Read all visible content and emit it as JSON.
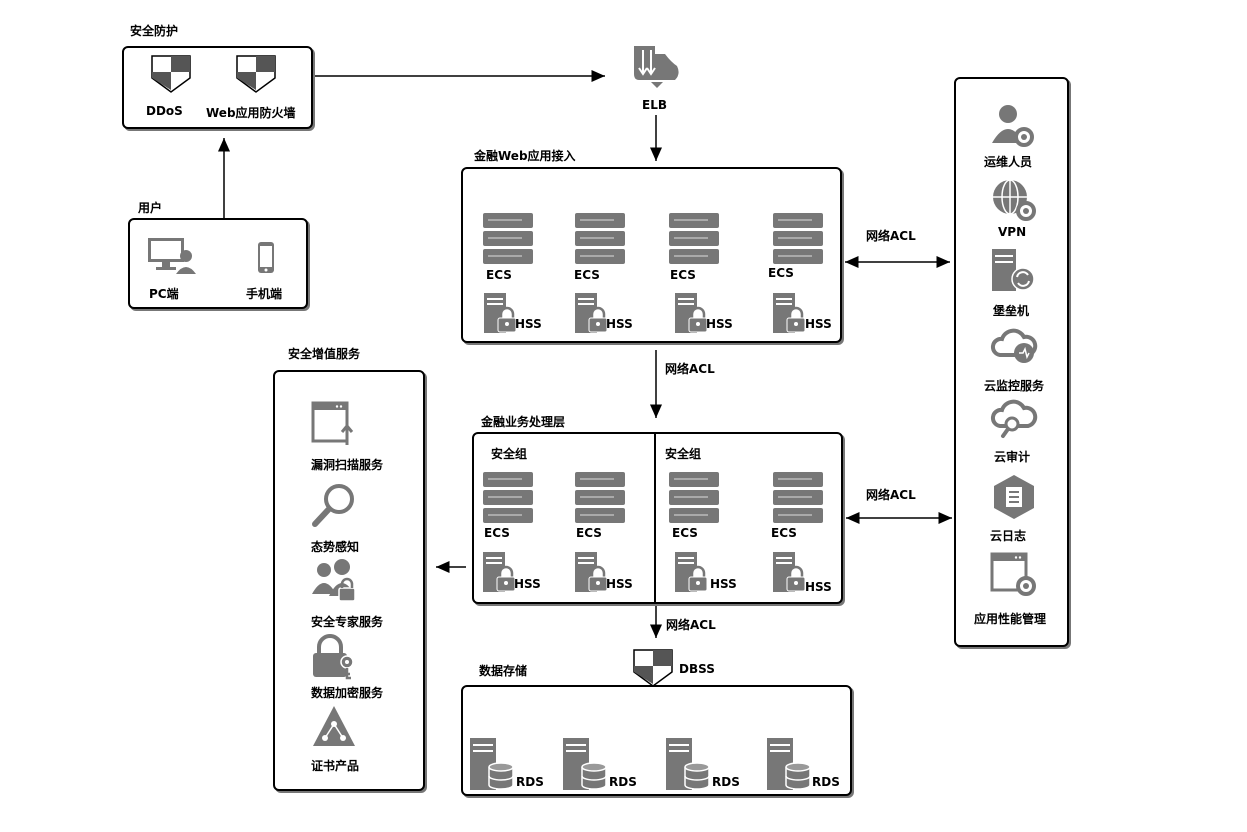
{
  "protection": {
    "title": "安全防护",
    "ddos": "DDoS",
    "waf": "Web应用防火墙"
  },
  "users": {
    "title": "用户",
    "pc": "PC端",
    "mobile": "手机端"
  },
  "elb": {
    "label": "ELB"
  },
  "web_access": {
    "title": "金融Web应用接入",
    "ecs": [
      "ECS",
      "ECS",
      "ECS",
      "ECS"
    ],
    "hss": [
      "HSS",
      "HSS",
      "HSS",
      "HSS"
    ]
  },
  "acl_labels": {
    "web_right": "网络ACL",
    "web_down": "网络ACL",
    "biz_right": "网络ACL",
    "biz_down": "网络ACL"
  },
  "business": {
    "title": "金融业务处理层",
    "group_left": "安全组",
    "group_right": "安全组",
    "ecs": [
      "ECS",
      "ECS",
      "ECS",
      "ECS"
    ],
    "hss": [
      "HSS",
      "HSS",
      "HSS",
      "HSS"
    ]
  },
  "storage": {
    "title": "数据存储",
    "dbss": "DBSS",
    "rds": [
      "RDS",
      "RDS",
      "RDS",
      "RDS"
    ]
  },
  "value_added": {
    "title": "安全增值服务",
    "items": [
      "漏洞扫描服务",
      "态势感知",
      "安全专家服务",
      "数据加密服务",
      "证书产品"
    ]
  },
  "ops": {
    "items": [
      "运维人员",
      "VPN",
      "堡垒机",
      "云监控服务",
      "云审计",
      "云日志",
      "应用性能管理"
    ]
  }
}
